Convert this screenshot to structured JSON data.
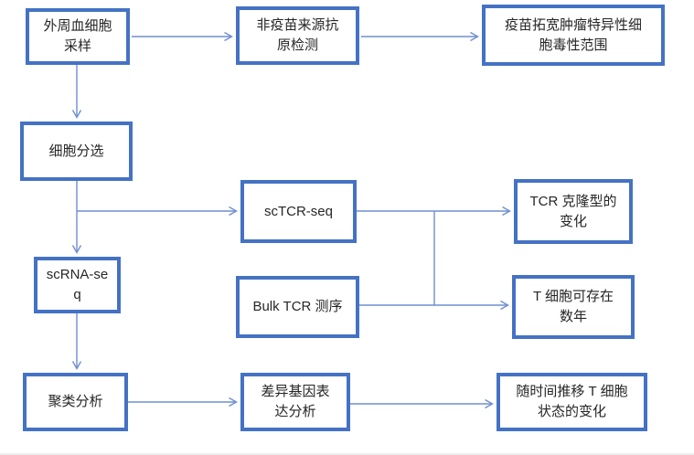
{
  "diagram": {
    "type": "flowchart",
    "background": "#ffffff",
    "colors": {
      "node_border": "#4472C4",
      "node_fill": "#ffffff",
      "connector": "#6E8FD0",
      "text": "#262626"
    },
    "nodes": [
      {
        "id": "sample",
        "label": "外周血细胞采样",
        "lines": [
          "外周血细胞",
          "采样"
        ]
      },
      {
        "id": "antigen-detection",
        "label": "非疫苗来源抗原检测",
        "lines": [
          "非疫苗来源抗",
          "原检测"
        ]
      },
      {
        "id": "vaccine-scope",
        "label": "疫苗拓宽肿瘤特异性细胞毒性范围",
        "lines": [
          "疫苗拓宽肿瘤特异性细",
          "胞毒性范围"
        ]
      },
      {
        "id": "cell-sorting",
        "label": "细胞分选",
        "lines": [
          "细胞分选"
        ]
      },
      {
        "id": "sctcr-seq",
        "label": "scTCR-seq",
        "lines": [
          "scTCR-seq"
        ]
      },
      {
        "id": "tcr-clonotype",
        "label": "TCR 克隆型的变化",
        "lines": [
          "TCR 克隆型的",
          "变化"
        ]
      },
      {
        "id": "scrna-seq",
        "label": "scRNA-seq",
        "lines": [
          "scRNA-se",
          "q"
        ]
      },
      {
        "id": "bulk-tcr",
        "label": "Bulk TCR 测序",
        "lines": [
          "Bulk TCR 测序"
        ]
      },
      {
        "id": "tcell-persist",
        "label": "T 细胞可存在数年",
        "lines": [
          "T 细胞可存在",
          "数年"
        ]
      },
      {
        "id": "clustering",
        "label": "聚类分析",
        "lines": [
          "聚类分析"
        ]
      },
      {
        "id": "deg-analysis",
        "label": "差异基因表达分析",
        "lines": [
          "差异基因表",
          "达分析"
        ]
      },
      {
        "id": "tcell-state",
        "label": "随时间推移 T 细胞状态的变化",
        "lines": [
          "随时间推移 T 细胞",
          "状态的变化"
        ]
      }
    ],
    "edges": [
      {
        "from": "sample",
        "to": "antigen-detection"
      },
      {
        "from": "antigen-detection",
        "to": "vaccine-scope"
      },
      {
        "from": "sample",
        "to": "cell-sorting"
      },
      {
        "from": "cell-sorting",
        "to": "sctcr-seq"
      },
      {
        "from": "cell-sorting",
        "to": "scrna-seq"
      },
      {
        "from": "sctcr-seq",
        "to": "tcr-clonotype"
      },
      {
        "from": "sctcr-seq",
        "to": "tcell-persist"
      },
      {
        "from": "bulk-tcr",
        "to": "tcr-clonotype"
      },
      {
        "from": "bulk-tcr",
        "to": "tcell-persist"
      },
      {
        "from": "scrna-seq",
        "to": "clustering"
      },
      {
        "from": "clustering",
        "to": "deg-analysis"
      },
      {
        "from": "deg-analysis",
        "to": "tcell-state"
      }
    ]
  }
}
